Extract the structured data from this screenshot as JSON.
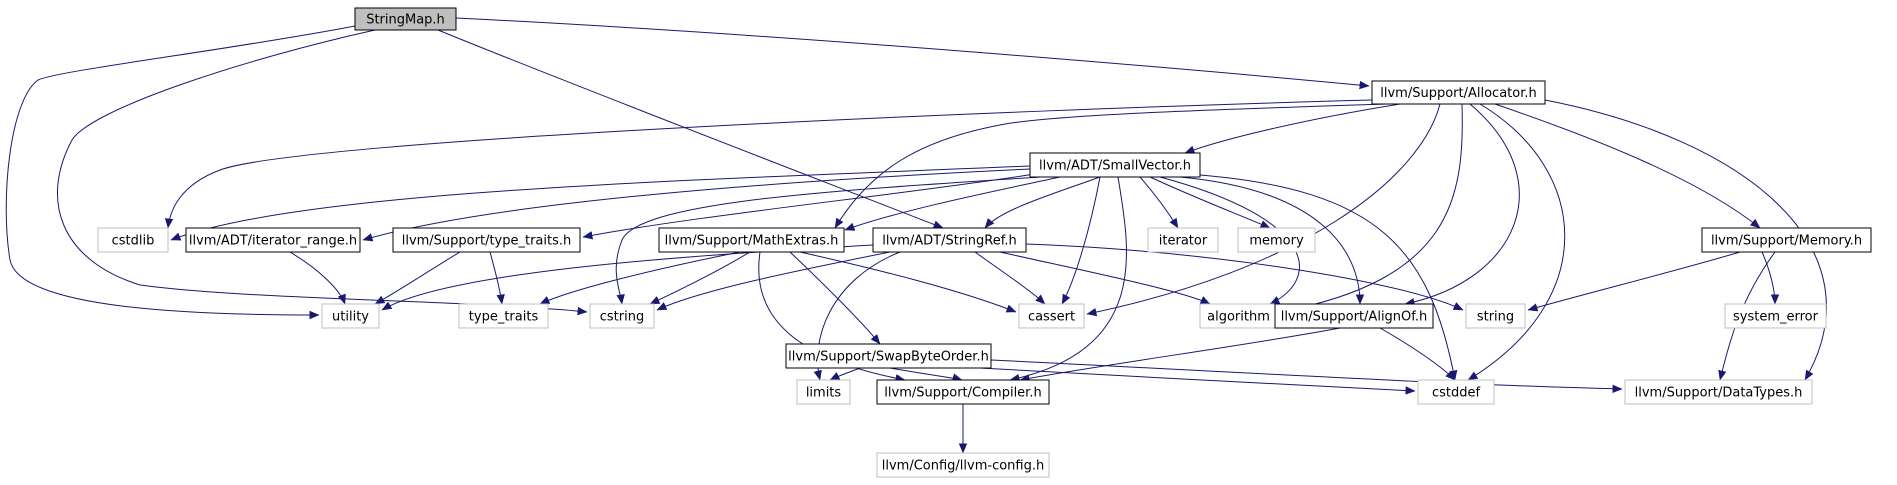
{
  "diagram": {
    "type": "include-dependency-graph",
    "colors": {
      "edge": "#191970",
      "node_border": "#000000",
      "system_border": "#bfbfbf",
      "root_fill": "#bfbfbf",
      "node_fill": "#ffffff",
      "text": "#000000"
    },
    "nodes": [
      {
        "id": "stringmap",
        "label": "StringMap.h",
        "kind": "root"
      },
      {
        "id": "allocator",
        "label": "llvm/Support/Allocator.h",
        "kind": "project"
      },
      {
        "id": "smallvector",
        "label": "llvm/ADT/SmallVector.h",
        "kind": "project"
      },
      {
        "id": "cstdlib",
        "label": "cstdlib",
        "kind": "system"
      },
      {
        "id": "iterator_range",
        "label": "llvm/ADT/iterator_range.h",
        "kind": "project"
      },
      {
        "id": "type_traits_h",
        "label": "llvm/Support/type_traits.h",
        "kind": "project"
      },
      {
        "id": "mathextras",
        "label": "llvm/Support/MathExtras.h",
        "kind": "project"
      },
      {
        "id": "stringref",
        "label": "llvm/ADT/StringRef.h",
        "kind": "project"
      },
      {
        "id": "iterator",
        "label": "iterator",
        "kind": "system"
      },
      {
        "id": "memory",
        "label": "memory",
        "kind": "system"
      },
      {
        "id": "memory_h",
        "label": "llvm/Support/Memory.h",
        "kind": "project"
      },
      {
        "id": "utility",
        "label": "utility",
        "kind": "system"
      },
      {
        "id": "type_traits",
        "label": "type_traits",
        "kind": "system"
      },
      {
        "id": "cstring",
        "label": "cstring",
        "kind": "system"
      },
      {
        "id": "cassert",
        "label": "cassert",
        "kind": "system"
      },
      {
        "id": "algorithm",
        "label": "algorithm",
        "kind": "system"
      },
      {
        "id": "alignof",
        "label": "llvm/Support/AlignOf.h",
        "kind": "project"
      },
      {
        "id": "string",
        "label": "string",
        "kind": "system"
      },
      {
        "id": "system_error",
        "label": "system_error",
        "kind": "system"
      },
      {
        "id": "swapbyteorder",
        "label": "llvm/Support/SwapByteOrder.h",
        "kind": "project"
      },
      {
        "id": "limits",
        "label": "limits",
        "kind": "system"
      },
      {
        "id": "compiler",
        "label": "llvm/Support/Compiler.h",
        "kind": "project"
      },
      {
        "id": "cstddef",
        "label": "cstddef",
        "kind": "system"
      },
      {
        "id": "datatypes",
        "label": "llvm/Support/DataTypes.h",
        "kind": "system"
      },
      {
        "id": "llvmconfig",
        "label": "llvm/Config/llvm-config.h",
        "kind": "system"
      }
    ],
    "edges": [
      [
        "stringmap",
        "utility"
      ],
      [
        "stringmap",
        "cstring"
      ],
      [
        "stringmap",
        "stringref"
      ],
      [
        "stringmap",
        "allocator"
      ],
      [
        "allocator",
        "cstdlib"
      ],
      [
        "allocator",
        "mathextras"
      ],
      [
        "allocator",
        "smallvector"
      ],
      [
        "allocator",
        "cassert"
      ],
      [
        "allocator",
        "algorithm"
      ],
      [
        "allocator",
        "alignof"
      ],
      [
        "allocator",
        "cstddef"
      ],
      [
        "allocator",
        "memory_h"
      ],
      [
        "allocator",
        "datatypes"
      ],
      [
        "smallvector",
        "cstdlib"
      ],
      [
        "smallvector",
        "iterator_range"
      ],
      [
        "smallvector",
        "type_traits_h"
      ],
      [
        "smallvector",
        "mathextras"
      ],
      [
        "smallvector",
        "stringref"
      ],
      [
        "smallvector",
        "cstring"
      ],
      [
        "smallvector",
        "cassert"
      ],
      [
        "smallvector",
        "compiler"
      ],
      [
        "smallvector",
        "iterator"
      ],
      [
        "smallvector",
        "memory"
      ],
      [
        "smallvector",
        "algorithm"
      ],
      [
        "smallvector",
        "alignof"
      ],
      [
        "smallvector",
        "cstddef"
      ],
      [
        "iterator_range",
        "utility"
      ],
      [
        "type_traits_h",
        "utility"
      ],
      [
        "type_traits_h",
        "type_traits"
      ],
      [
        "mathextras",
        "type_traits"
      ],
      [
        "mathextras",
        "cstring"
      ],
      [
        "mathextras",
        "cassert"
      ],
      [
        "mathextras",
        "swapbyteorder"
      ],
      [
        "mathextras",
        "compiler"
      ],
      [
        "stringref",
        "utility"
      ],
      [
        "stringref",
        "cstring"
      ],
      [
        "stringref",
        "limits"
      ],
      [
        "stringref",
        "cassert"
      ],
      [
        "stringref",
        "algorithm"
      ],
      [
        "stringref",
        "string"
      ],
      [
        "swapbyteorder",
        "limits"
      ],
      [
        "swapbyteorder",
        "compiler"
      ],
      [
        "swapbyteorder",
        "cstddef"
      ],
      [
        "swapbyteorder",
        "datatypes"
      ],
      [
        "alignof",
        "compiler"
      ],
      [
        "alignof",
        "cstddef"
      ],
      [
        "memory_h",
        "string"
      ],
      [
        "memory_h",
        "system_error"
      ],
      [
        "memory_h",
        "datatypes"
      ],
      [
        "compiler",
        "llvmconfig"
      ]
    ]
  }
}
